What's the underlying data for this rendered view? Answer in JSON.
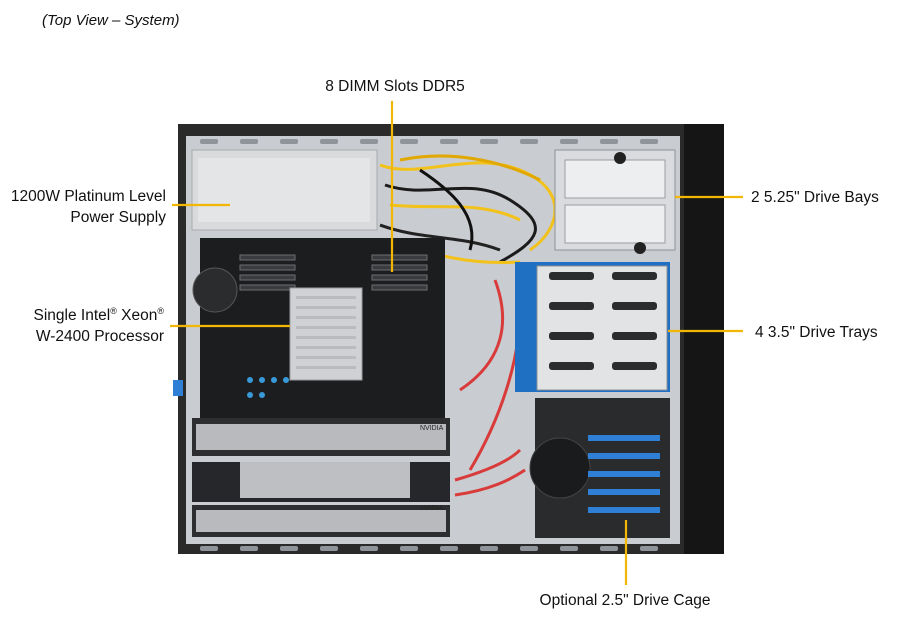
{
  "caption": "(Top View – System)",
  "callouts": {
    "dimm": "8 DIMM Slots DDR5",
    "psu_line1": "1200W Platinum Level",
    "psu_line2": "Power Supply",
    "cpu_line1_a": "Single Intel",
    "cpu_line1_b": "Xeon",
    "cpu_line2": "W-2400 Processor",
    "bays525": "2 5.25\" Drive Bays",
    "trays35": "4 3.5\" Drive Trays",
    "cage25": "Optional 2.5\" Drive Cage"
  },
  "gpu_brand": "NVIDIA",
  "colors": {
    "callout_line": "#f2b705",
    "chassis_frame": "#1e1e1e",
    "chassis_interior": "#c9ccd0",
    "tray_blue": "#2f7fd6",
    "sata_red": "#d93a3a"
  }
}
